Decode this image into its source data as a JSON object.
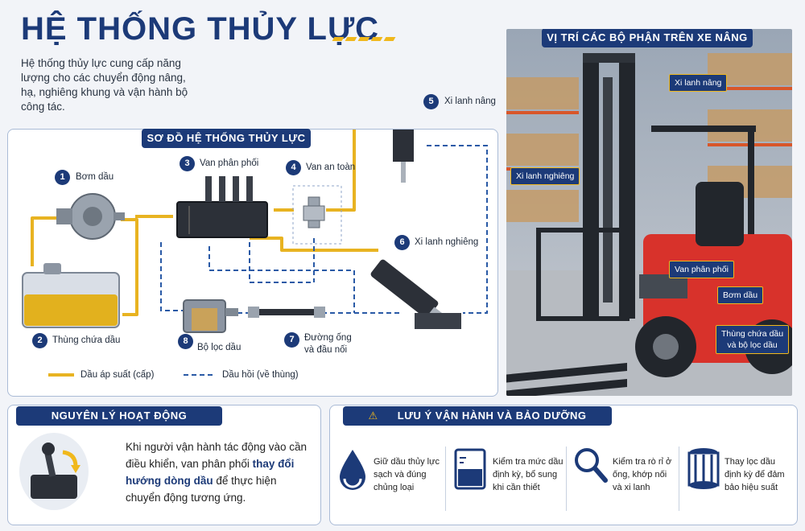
{
  "title": "HỆ THỐNG THỦY LỰC",
  "subtitle": "Hệ thống thủy lực cung cấp năng lượng cho các chuyển động nâng, hạ, nghiêng khung và vận hành bộ công tác.",
  "diagram": {
    "heading": "SƠ ĐỒ HỆ THỐNG THỦY LỰC",
    "components": [
      {
        "num": "1",
        "label": "Bơm dầu"
      },
      {
        "num": "2",
        "label": "Thùng chứa dầu"
      },
      {
        "num": "3",
        "label": "Van phân phối"
      },
      {
        "num": "4",
        "label": "Van an toàn"
      },
      {
        "num": "5",
        "label": "Xi lanh nâng"
      },
      {
        "num": "6",
        "label": "Xi lanh nghiêng"
      },
      {
        "num": "7",
        "label": "Đường ống\nvà đầu nối"
      },
      {
        "num": "8",
        "label": "Bộ lọc dầu"
      }
    ],
    "legend": {
      "pressure": "Dầu áp suất (cấp)",
      "return": "Dầu hồi (về thùng)"
    },
    "colors": {
      "pressure": "#e8b321",
      "return": "#2a5aa6",
      "accent": "#1c3a78"
    }
  },
  "photo": {
    "heading": "VỊ TRÍ CÁC BỘ PHẬN TRÊN XE NÂNG",
    "tags": {
      "lift": "Xi lanh nâng",
      "tilt": "Xi lanh nghiêng",
      "valve": "Van phân phối",
      "pump": "Bơm dầu",
      "tank": "Thùng chứa dầu\nvà bộ lọc dầu"
    }
  },
  "principle": {
    "heading": "NGUYÊN LÝ HOẠT ĐỘNG",
    "text_before": "Khi người vận hành tác động vào cần điều khiển, van phân phối ",
    "text_bold": "thay đổi hướng dòng dầu",
    "text_after": " để thực hiện chuyển động tương ứng."
  },
  "maintenance": {
    "heading": "LƯU Ý VẬN HÀNH VÀ BẢO DƯỠNG",
    "items": [
      {
        "icon": "oil-drop-icon",
        "text": "Giữ dầu thủy lực\nsạch và đúng\nchủng loại"
      },
      {
        "icon": "level-gauge-icon",
        "text": "Kiểm tra mức dầu\nđịnh kỳ, bổ sung\nkhi cần thiết"
      },
      {
        "icon": "magnifier-icon",
        "text": "Kiểm tra rò rỉ ở\nống, khớp nối\nvà xi lanh"
      },
      {
        "icon": "filter-icon",
        "text": "Thay lọc dầu\nđịnh kỳ để đảm\nbảo hiệu suất"
      }
    ]
  }
}
